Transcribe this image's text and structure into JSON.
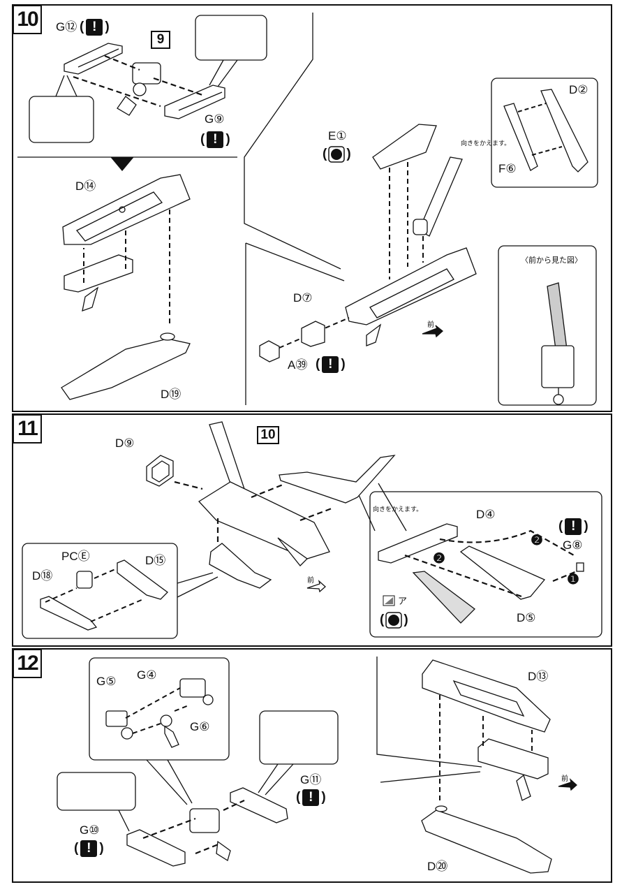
{
  "steps": {
    "s10": {
      "number": "10"
    },
    "s11": {
      "number": "11"
    },
    "s12": {
      "number": "12"
    }
  },
  "labels": {
    "g12": "G⑫",
    "g9": "G⑨",
    "d14": "D⑭",
    "d19": "D⑲",
    "e1": "E①",
    "d2": "D②",
    "f6": "F⑥",
    "d7": "D⑦",
    "a39": "A㊴",
    "d9": "D⑨",
    "d4": "D④",
    "g8": "G⑧",
    "d5": "D⑤",
    "pce": "PCⒺ",
    "d15": "D⑮",
    "d18": "D⑱",
    "a_mark": "ア",
    "g5": "G⑤",
    "g4": "G④",
    "g6": "G⑥",
    "g11": "G⑪",
    "g10": "G⑩",
    "d13": "D⑬",
    "d20": "D⑳"
  },
  "refs": {
    "r9": "9",
    "r10": "10"
  },
  "notes": {
    "turn_around_1": "向きをかえます。",
    "turn_around_2": "向きをかえます。",
    "front_view": "〈前から見た図〉",
    "front_1": "前",
    "front_2": "前",
    "front_3": "前"
  },
  "warn_symbol": "!",
  "order": {
    "one": "❶",
    "two": "❷"
  },
  "icons": [
    "warning-icon",
    "paint-black-icon",
    "sticker-icon",
    "step-down-arrow-icon",
    "front-arrow-icon"
  ]
}
